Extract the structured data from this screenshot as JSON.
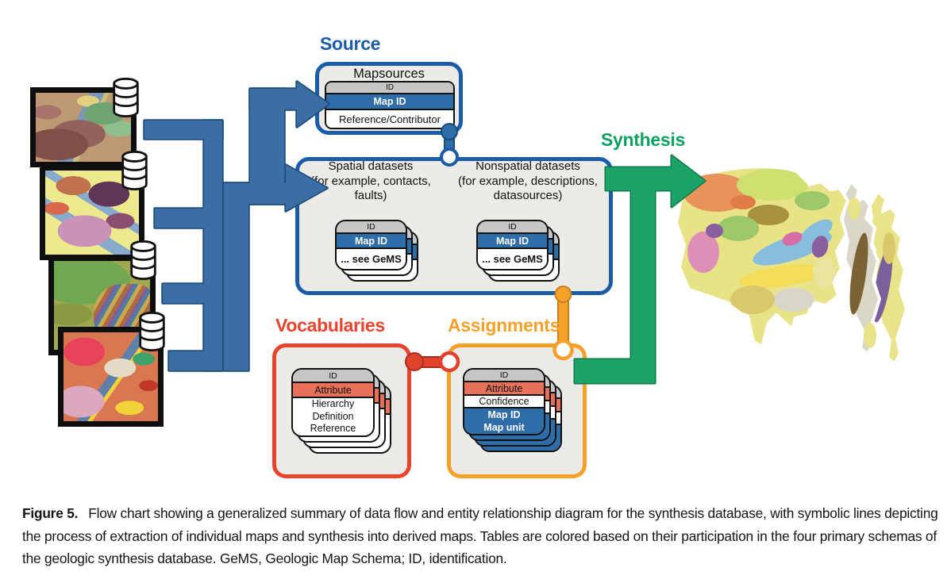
{
  "diagram": {
    "source": {
      "label": "Source",
      "table": {
        "title": "Mapsources",
        "rows": [
          "ID",
          "Map ID",
          "Reference/Contributor"
        ]
      }
    },
    "datasets_box": {
      "spatial": {
        "lines": [
          "Spatial datasets",
          "(for example, contacts,",
          "faults)"
        ],
        "card": [
          "ID",
          "Map ID",
          "... see GeMS"
        ]
      },
      "nonspatial": {
        "lines": [
          "Nonspatial datasets",
          "(for example, descriptions,",
          "datasources)"
        ],
        "card": [
          "ID",
          "Map ID",
          "... see GeMS"
        ]
      }
    },
    "vocabularies": {
      "label": "Vocabularies",
      "card": {
        "header": "ID",
        "attribute": "Attribute",
        "fields": [
          "Hierarchy",
          "Definition",
          "Reference"
        ]
      }
    },
    "assignments": {
      "label": "Assignments",
      "card": {
        "header": "ID",
        "rows": [
          "Attribute",
          "Confidence",
          "Map ID",
          "Map unit"
        ]
      }
    },
    "synthesis": {
      "label": "Synthesis"
    }
  },
  "caption": {
    "label": "Figure 5.",
    "text": "Flow chart showing a generalized summary of data flow and entity relationship diagram for the synthesis database, with symbolic lines depicting the process of extraction of individual maps and synthesis into derived maps. Tables are colored based on their participation in the four primary schemas of the geologic synthesis database. GeMS, Geologic Map Schema; ID, identification."
  },
  "colors": {
    "box_border_blue": "#1A5CA8",
    "arrow_blue": "#3B6EA5",
    "table_row_blue": "#2E6DA8",
    "synthesis_green": "#1CA266",
    "vocabulary_red": "#E8432D",
    "attribute_salmon": "#E8715A",
    "assignment_orange": "#F4A02B",
    "table_header_gray": "#C6C6C6",
    "box_fill": "#EDEBE8"
  },
  "icons": {
    "database": "stacked-cylinder",
    "arrow": "block-arrow",
    "relationship": "lollipop-connector"
  }
}
